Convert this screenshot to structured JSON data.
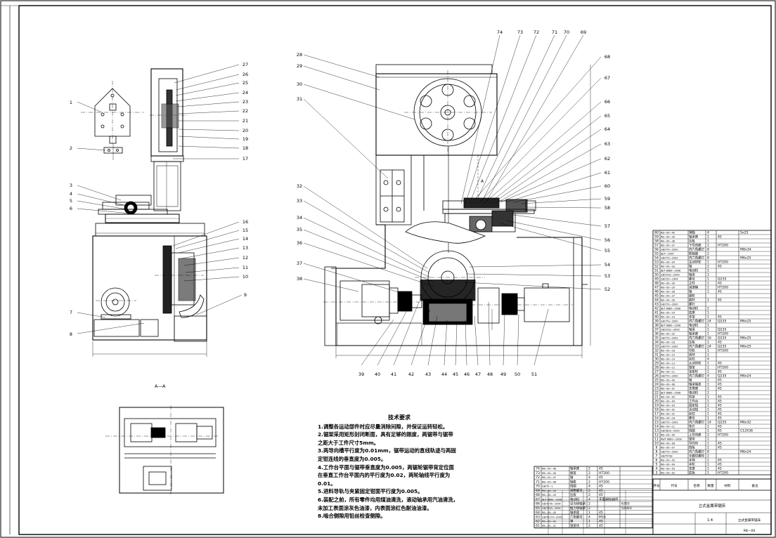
{
  "drawing": {
    "section_label": "A—A",
    "view_marker_a": "A"
  },
  "balloons": {
    "left": [
      "1",
      "2",
      "3",
      "4",
      "5",
      "6",
      "7",
      "8",
      "9",
      "10",
      "11",
      "12",
      "13",
      "14",
      "15",
      "16",
      "17",
      "18",
      "19",
      "20",
      "21",
      "22",
      "23",
      "24",
      "25",
      "26",
      "27"
    ],
    "main_left": [
      "28",
      "29",
      "30",
      "31",
      "32",
      "33",
      "34",
      "35",
      "36",
      "37",
      "38"
    ],
    "main_bottom": [
      "39",
      "40",
      "41",
      "42",
      "43",
      "44",
      "45",
      "46",
      "47",
      "48",
      "49",
      "50",
      "51"
    ],
    "main_right": [
      "52",
      "53",
      "54",
      "55",
      "56",
      "57",
      "58",
      "59",
      "60",
      "61",
      "62",
      "63",
      "64",
      "65",
      "66",
      "67",
      "68"
    ],
    "main_top": [
      "74",
      "73",
      "72",
      "71",
      "70",
      "69"
    ]
  },
  "tech_notes": {
    "title": "技术要求",
    "lines": [
      "1.调整各运动部件时应尽量消除间隙，并保证运转轻松。",
      "2.锯架采用矩形封闭断面，具有足够的刚度，两锯带与锯带",
      "之距大于工件尺寸5mm。",
      "3.两导向槽平行度为0.01mm，锯带运动的直线轨迹与两固",
      "定钳连线的垂直度为0.005。",
      "4.工作台平面与锯带垂直度为0.005，两锯轮锯带背定位面",
      "在垂直工作台平面内的平行度为0.02，两轮轴线平行度为",
      "0.01。",
      "5.进料导轨与夹紧固定钳面平行度为0.005。",
      "6.装配之前，所有零件均用煤油清洗，滚动轴承用汽油清洗，",
      "未加工表面涂灰色油漆，内表面涂红色耐油油漆。",
      "8.啮合侧隙用铅丝检查侧隙。"
    ]
  },
  "bom_right": [
    {
      "no": "60",
      "code": "RB—00—40",
      "name": "销轴",
      "qty": "4",
      "mat": "",
      "note": "5x25"
    },
    {
      "no": "59",
      "code": "RB—00—39",
      "name": "轴承座",
      "qty": "1",
      "mat": "45",
      "note": ""
    },
    {
      "no": "58",
      "code": "RB—00—38",
      "name": "压板",
      "qty": "1",
      "mat": "",
      "note": ""
    },
    {
      "no": "57",
      "code": "RB—00—37",
      "name": "下导向座",
      "qty": "1",
      "mat": "HT200",
      "note": ""
    },
    {
      "no": "56",
      "code": "GB/T70—2000",
      "name": "内六角螺钉",
      "qty": "8",
      "mat": "",
      "note": "M8x34"
    },
    {
      "no": "55",
      "code": "JB/T—1995",
      "name": "联轴器",
      "qty": "2",
      "mat": "",
      "note": ""
    },
    {
      "no": "54",
      "code": "GB/T70—2000",
      "name": "内六角螺钉",
      "qty": "8",
      "mat": "",
      "note": "M6x25"
    },
    {
      "no": "53",
      "code": "RB—00—34",
      "name": "主动带轮",
      "qty": "1",
      "mat": "HT200",
      "note": ""
    },
    {
      "no": "52",
      "code": "RB—00—33",
      "name": "轴",
      "qty": "2",
      "mat": "45",
      "note": ""
    },
    {
      "no": "51",
      "code": "JB/T 8680—2008",
      "name": "电动机",
      "qty": "1",
      "mat": "",
      "note": ""
    },
    {
      "no": "50",
      "code": "GB/T292—2000",
      "name": "轴承",
      "qty": "1",
      "mat": "",
      "note": ""
    },
    {
      "no": "49",
      "code": "GB/T29—1994",
      "name": "螺母",
      "qty": "1",
      "mat": "Q235",
      "note": ""
    },
    {
      "no": "48",
      "code": "RB—00—30",
      "name": "立柱",
      "qty": "1",
      "mat": "45",
      "note": ""
    },
    {
      "no": "47",
      "code": "RB—00—29",
      "name": "减速箱",
      "qty": "1",
      "mat": "HT200",
      "note": ""
    },
    {
      "no": "46",
      "code": "RB—00—28",
      "name": "轴",
      "qty": "1",
      "mat": "45",
      "note": ""
    },
    {
      "no": "45",
      "code": "RB—00—27",
      "name": "蜗轮",
      "qty": "",
      "mat": "",
      "note": ""
    },
    {
      "no": "44",
      "code": "RB—00—26",
      "name": "蜗杆",
      "qty": "1",
      "mat": "45",
      "note": ""
    },
    {
      "no": "43",
      "code": "GB/T70—2000",
      "name": "螺钉",
      "qty": "",
      "mat": "",
      "note": ""
    },
    {
      "no": "42",
      "code": "JB/T 8680—2008",
      "name": "电动机",
      "qty": "1",
      "mat": "",
      "note": ""
    },
    {
      "no": "41",
      "code": "RB—00—24",
      "name": "底座",
      "qty": "1",
      "mat": "",
      "note": ""
    },
    {
      "no": "40",
      "code": "RB—00—23",
      "name": "支架",
      "qty": "1",
      "mat": "45",
      "note": ""
    },
    {
      "no": "39",
      "code": "GB/T70—2000",
      "name": "内六角螺钉",
      "qty": "24",
      "mat": "Q235",
      "note": "M6x25"
    },
    {
      "no": "38",
      "code": "JB/T 8680—2008",
      "name": "电动机",
      "qty": "1",
      "mat": "",
      "note": ""
    },
    {
      "no": "37",
      "code": "GB/T292—2000",
      "name": "轴承",
      "qty": "1",
      "mat": "Q235",
      "note": ""
    },
    {
      "no": "36",
      "code": "RB—00—20",
      "name": "轴承座",
      "qty": "1",
      "mat": "HT200",
      "note": ""
    },
    {
      "no": "35",
      "code": "GB/T70—2000",
      "name": "内六角螺钉",
      "qty": "16",
      "mat": "Q235",
      "note": "M6x25"
    },
    {
      "no": "34",
      "code": "RB—00—18",
      "name": "压板",
      "qty": "1",
      "mat": "45",
      "note": ""
    },
    {
      "no": "33",
      "code": "GB/T70—2000",
      "name": "内六角螺钉",
      "qty": "24",
      "mat": "Q235",
      "note": "M6x25"
    },
    {
      "no": "32",
      "code": "RB—00—16",
      "name": "导轨",
      "qty": "1",
      "mat": "HT200",
      "note": ""
    },
    {
      "no": "31",
      "code": "RB—00—15",
      "name": "滑块",
      "qty": "1",
      "mat": "",
      "note": ""
    },
    {
      "no": "30",
      "code": "RB—00—14",
      "name": "丝杠",
      "qty": "4",
      "mat": "",
      "note": ""
    },
    {
      "no": "29",
      "code": "RB—00—13",
      "name": "从动带轮",
      "qty": "1",
      "mat": "45",
      "note": ""
    },
    {
      "no": "28",
      "code": "RB—00—12",
      "name": "锯架",
      "qty": "1",
      "mat": "HT200",
      "note": ""
    },
    {
      "no": "27",
      "code": "RB—00—11",
      "name": "张紧轮",
      "qty": "1",
      "mat": "45",
      "note": ""
    },
    {
      "no": "26",
      "code": "GB/T70—2000",
      "name": "内六角螺钉",
      "qty": "4",
      "mat": "Q235",
      "note": "M6x24"
    },
    {
      "no": "25",
      "code": "RB—00—09",
      "name": "轴",
      "qty": "1",
      "mat": "45",
      "note": ""
    },
    {
      "no": "24",
      "code": "RB—00—08",
      "name": "轴承端盖",
      "qty": "1",
      "mat": "45",
      "note": ""
    },
    {
      "no": "23",
      "code": "RB—00—07",
      "name": "支撑座",
      "qty": "1",
      "mat": "45",
      "note": ""
    },
    {
      "no": "22",
      "code": "JB/T 8680—2008",
      "name": "电动机",
      "qty": "2",
      "mat": "",
      "note": ""
    },
    {
      "no": "21",
      "code": "RB—00—05",
      "name": "机架",
      "qty": "1",
      "mat": "45",
      "note": ""
    },
    {
      "no": "20",
      "code": "RB—00—04",
      "name": "工作台",
      "qty": "1",
      "mat": "45",
      "note": ""
    },
    {
      "no": "19",
      "code": "RB—00—03",
      "name": "固定钳",
      "qty": "1",
      "mat": "45",
      "note": ""
    },
    {
      "no": "18",
      "code": "RB—00—02",
      "name": "活动钳",
      "qty": "1",
      "mat": "45",
      "note": ""
    },
    {
      "no": "17",
      "code": "RB—00—01",
      "name": "丝杠",
      "qty": "1",
      "mat": "45",
      "note": ""
    },
    {
      "no": "16",
      "code": "RB—00—18",
      "name": "螺母",
      "qty": "1",
      "mat": "45",
      "note": ""
    },
    {
      "no": "15",
      "code": "GB/T70—2000",
      "name": "内六角螺钉",
      "qty": "14",
      "mat": "Q235",
      "note": "M6x32"
    },
    {
      "no": "14",
      "code": "RB—00—11",
      "name": "垫片",
      "qty": "1",
      "mat": "45",
      "note": ""
    },
    {
      "no": "13",
      "code": "GB/T893—2000",
      "name": "挡圈",
      "qty": "1",
      "mat": "65",
      "note": "C12X36"
    },
    {
      "no": "12",
      "code": "RB—00—09",
      "name": "上导向座",
      "qty": "2",
      "mat": "HT200",
      "note": ""
    },
    {
      "no": "11",
      "code": "RB/T 8680—2008",
      "name": "锯带",
      "qty": "1",
      "mat": "",
      "note": ""
    },
    {
      "no": "10",
      "code": "RB—00—08",
      "name": "导向块",
      "qty": "1",
      "mat": "45",
      "note": ""
    },
    {
      "no": "9",
      "code": "RB—00—07",
      "name": "挡板",
      "qty": "1",
      "mat": "45",
      "note": ""
    },
    {
      "no": "8",
      "code": "GB/T70—2000",
      "name": "内六角螺钉",
      "qty": "8",
      "mat": "",
      "note": "M6x24"
    },
    {
      "no": "7",
      "code": "GB/T5782",
      "name": "全螺纹螺栓",
      "qty": "2",
      "mat": "",
      "note": ""
    },
    {
      "no": "6",
      "code": "RB—00—05",
      "name": "手柄",
      "qty": "1",
      "mat": "45",
      "note": ""
    },
    {
      "no": "5",
      "code": "RB—00—04",
      "name": "手轮",
      "qty": "1",
      "mat": "45",
      "note": ""
    },
    {
      "no": "4",
      "code": "RB—00—03",
      "name": "支座",
      "qty": "1",
      "mat": "45",
      "note": ""
    },
    {
      "no": "3",
      "code": "RB—00—02",
      "name": "底板",
      "qty": "1",
      "mat": "HT200",
      "note": ""
    }
  ],
  "bom_left": [
    {
      "no": "74",
      "code": "RB—00—48",
      "name": "轴承座",
      "qty": "2",
      "mat": "45",
      "note": ""
    },
    {
      "no": "73",
      "code": "RB—00—49",
      "name": "端盖",
      "qty": "2",
      "mat": "HT200",
      "note": ""
    },
    {
      "no": "72",
      "code": "RB—00—47",
      "name": "轴",
      "qty": "4",
      "mat": "45",
      "note": ""
    },
    {
      "no": "71",
      "code": "RB—00—46",
      "name": "轴套",
      "qty": "2",
      "mat": "HT200",
      "note": ""
    },
    {
      "no": "70",
      "code": "GB/T5—1",
      "name": "挡圈",
      "qty": "4",
      "mat": "45",
      "note": ""
    },
    {
      "no": "69",
      "code": "RB—00—44",
      "name": "调整螺母",
      "qty": "2",
      "mat": "45",
      "note": ""
    },
    {
      "no": "68",
      "code": "RB—00—43",
      "name": "压板",
      "qty": "2",
      "mat": "45",
      "note": ""
    },
    {
      "no": "67",
      "code": "JB/T 8680—2008",
      "name": "电动机",
      "qty": "4",
      "mat": "平面蜗轮蜗杆",
      "note": ""
    },
    {
      "no": "66",
      "code": "GB/T276—1994",
      "name": "深沟球轴承",
      "qty": "2",
      "mat": "",
      "note": "6303"
    },
    {
      "no": "65",
      "code": "GB/T300—1994",
      "name": "推力球轴承",
      "qty": "2",
      "mat": "",
      "note": "52003"
    },
    {
      "no": "64",
      "code": "RB—00—43",
      "name": "轴承座",
      "qty": "1",
      "mat": "45",
      "note": ""
    },
    {
      "no": "63",
      "code": "GB/T6170—2000",
      "name": "六角螺母",
      "qty": "4",
      "mat": "M16",
      "note": ""
    },
    {
      "no": "62",
      "code": "RB—00—42",
      "name": "销",
      "qty": "1",
      "mat": "45",
      "note": ""
    },
    {
      "no": "61",
      "code": "RB—00—41",
      "name": "锁紧块",
      "qty": "2",
      "mat": "45",
      "note": ""
    }
  ],
  "title_block": {
    "header_cols": [
      "序号",
      "代号",
      "名称",
      "数量",
      "材料",
      "备注"
    ],
    "drawing_name": "立式金属带锯床",
    "scale": "1:4",
    "school": "立式金属带锯床",
    "drawing_no": "RB—00"
  }
}
